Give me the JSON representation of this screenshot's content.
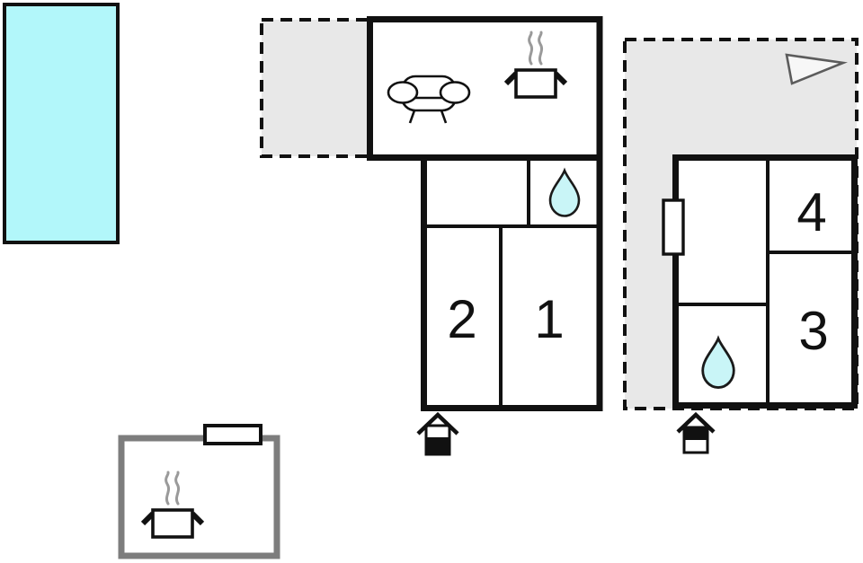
{
  "plan": {
    "rooms": {
      "room1": {
        "label": "1"
      },
      "room2": {
        "label": "2"
      },
      "room3": {
        "label": "3"
      },
      "room4": {
        "label": "4"
      }
    },
    "colors": {
      "pool_fill": "#b2f7fa",
      "terrace_fill": "#e8e8e8",
      "water_drop_fill": "#c9f5f7",
      "wall": "#111111",
      "outbuilding_wall": "#7d7d7d",
      "steam": "#9a9a9a",
      "flag_fill": "#f7f7f7",
      "flag_outline": "#5c5c5c"
    },
    "icons": [
      "swimming-pool",
      "terrace-main",
      "terrace-annex",
      "sofa-icon",
      "cooking-pot-icon",
      "water-drop-icon",
      "window-icon",
      "flag-icon",
      "entrance-icon-main",
      "entrance-icon-annex"
    ]
  }
}
